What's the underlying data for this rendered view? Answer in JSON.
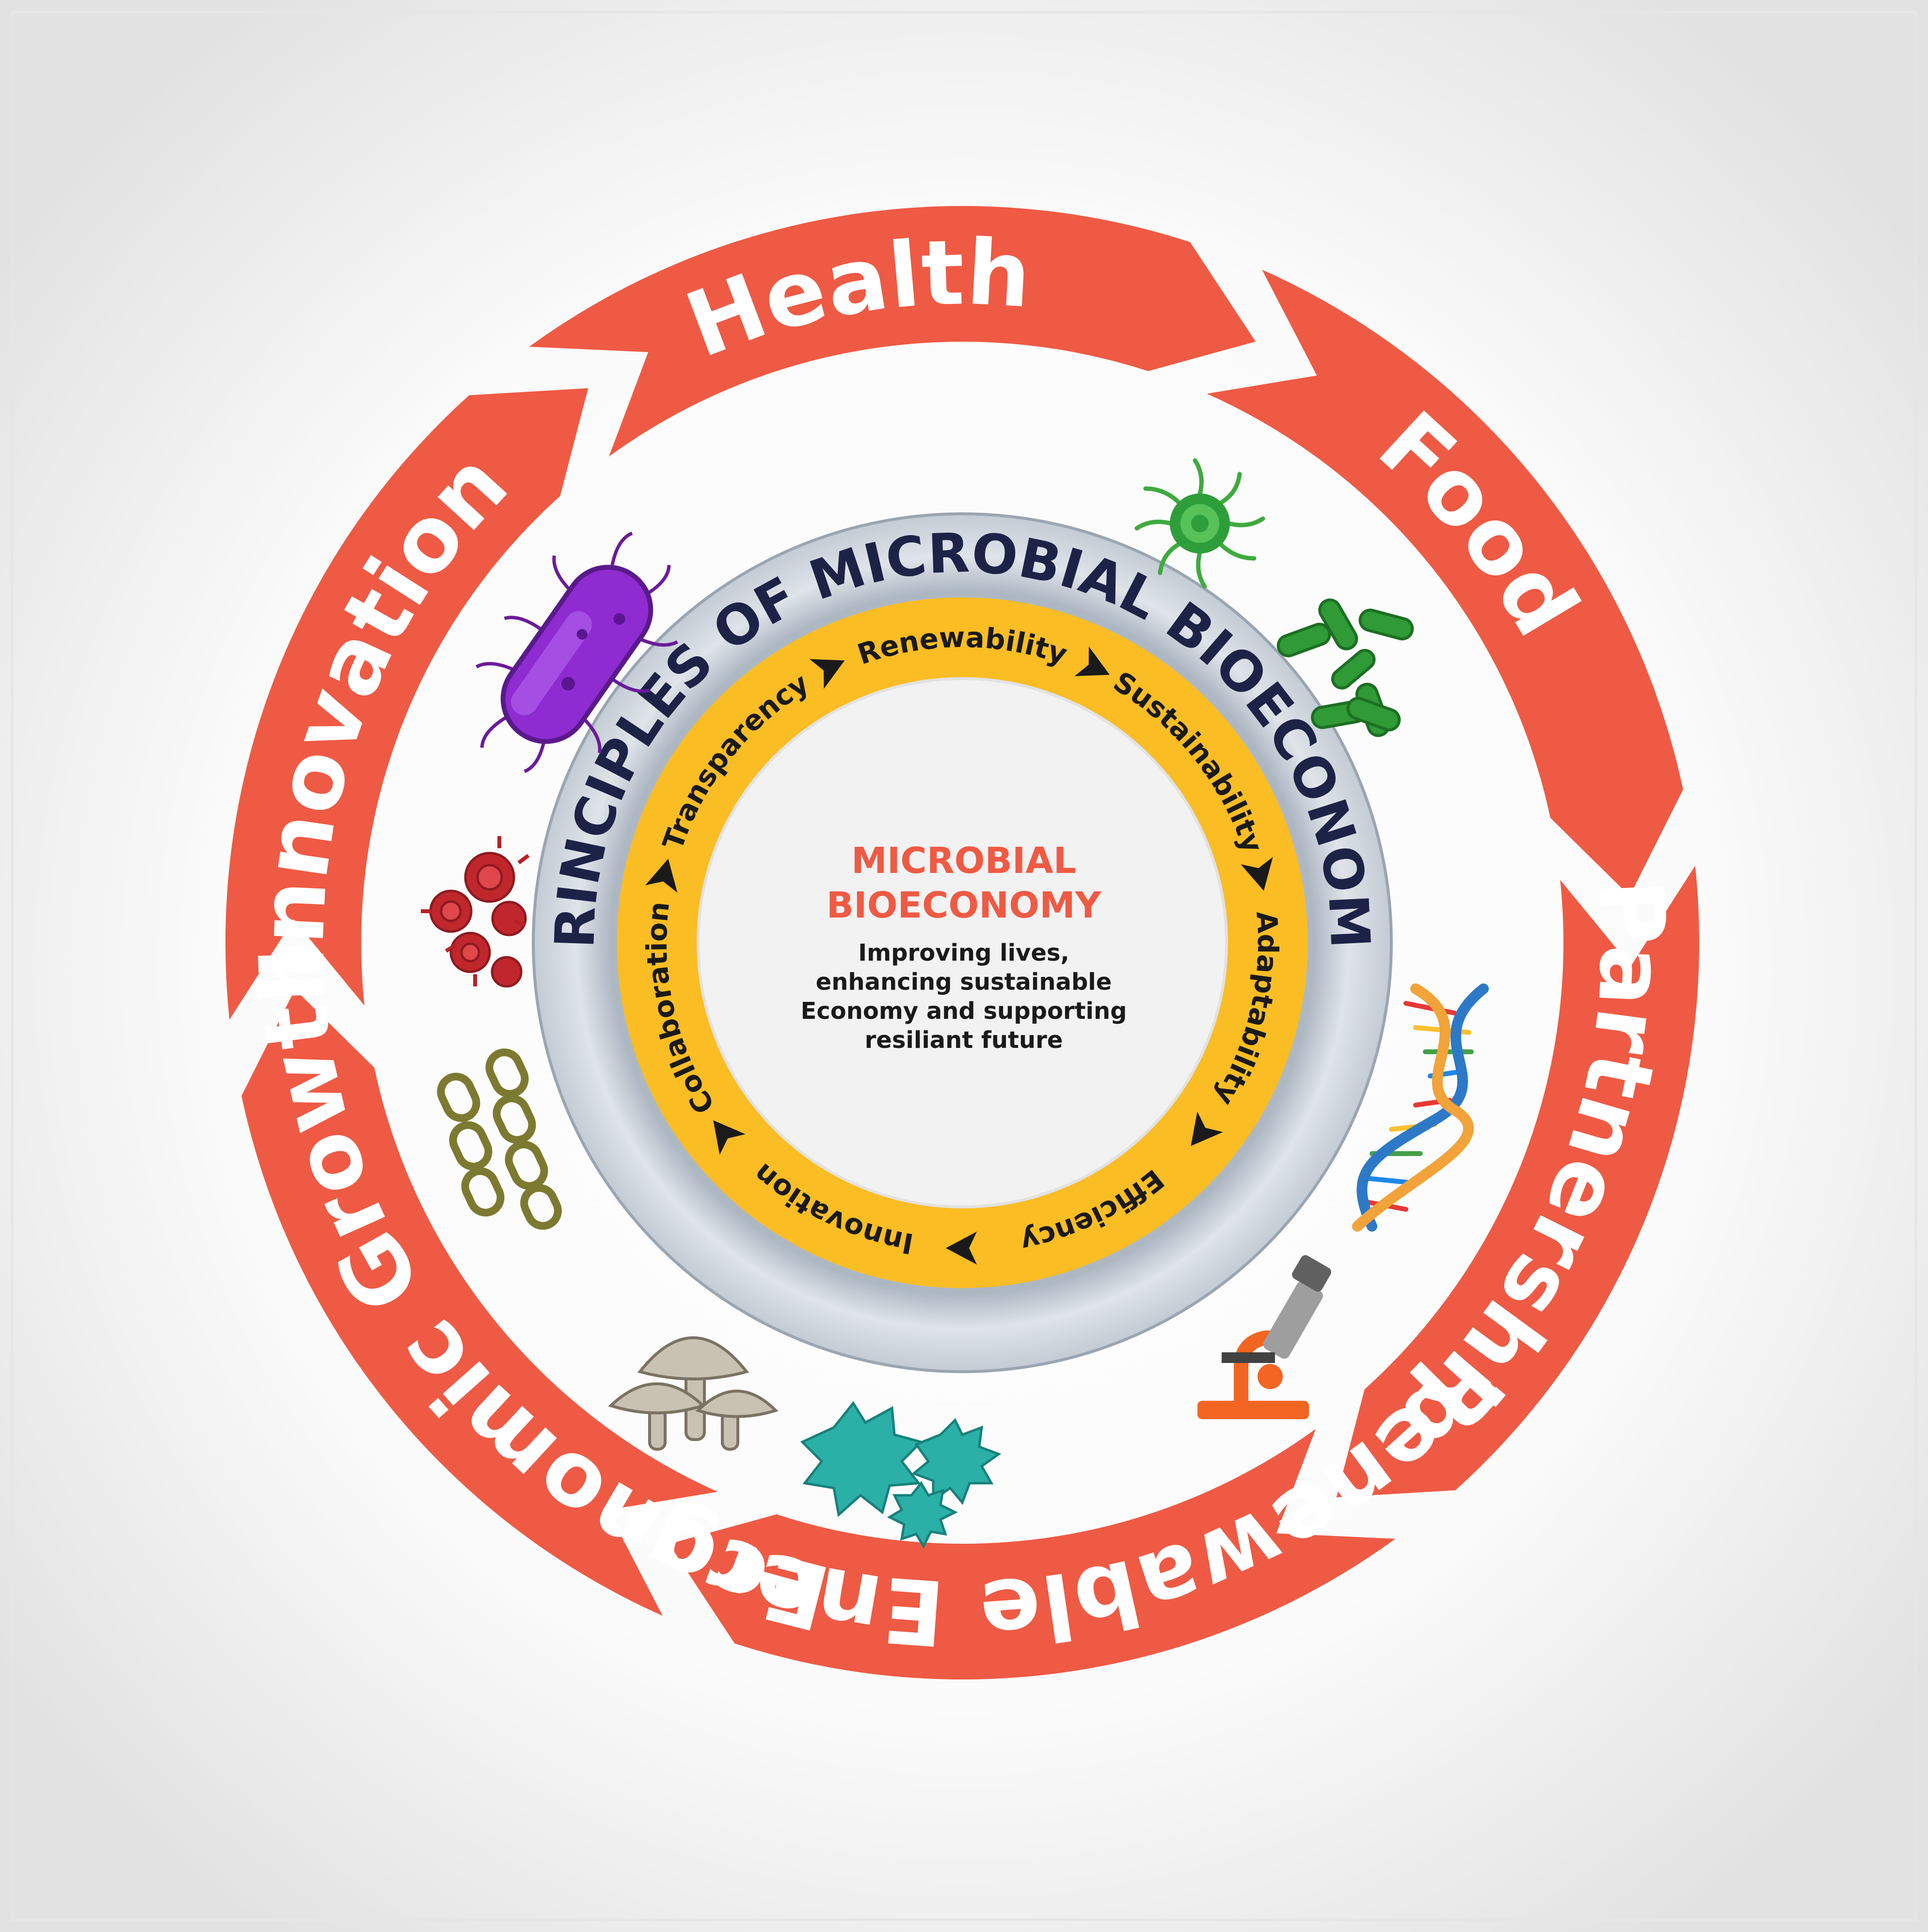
{
  "colors": {
    "background_edge": "#e4e4e4",
    "background_center": "#ffffff",
    "outer_ring": "#ef5a44",
    "inner_gray_ring": "#c9d0d8",
    "principles_ring": "#fbbd24",
    "center_fill": "#f2f2f2",
    "title_navy": "#1c2347",
    "center_title": "#ef5a44"
  },
  "outer_cycle": {
    "segments": [
      {
        "label": "Health"
      },
      {
        "label": "Food"
      },
      {
        "label": "Partnership"
      },
      {
        "label": "Renewable Energy"
      },
      {
        "label": "Economic Growth"
      },
      {
        "label": "Innovation"
      }
    ]
  },
  "ring_title": "PRINCIPLES OF MICROBIAL BIOECONOMY",
  "principles": [
    {
      "label": "Renewability"
    },
    {
      "label": "Sustainability"
    },
    {
      "label": "Adaptability"
    },
    {
      "label": "Efficiency"
    },
    {
      "label": "Innovation"
    },
    {
      "label": "Collaboration"
    },
    {
      "label": "Transparency"
    }
  ],
  "center": {
    "title": "MICROBIAL\nBIOECONOMY",
    "title_line1": "MICROBIAL",
    "title_line2": "BIOECONOMY",
    "subtitle": "Improving lives,\nenhancing sustainable\nEconomy and supporting\nresiliant future"
  },
  "icons": [
    {
      "name": "purple-bacillus-icon"
    },
    {
      "name": "green-virus-icon"
    },
    {
      "name": "green-bacteria-cluster-icon"
    },
    {
      "name": "red-virus-cluster-icon"
    },
    {
      "name": "dna-helix-icon"
    },
    {
      "name": "olive-chain-bacteria-icon"
    },
    {
      "name": "microscope-icon"
    },
    {
      "name": "mushroom-icon"
    },
    {
      "name": "teal-amoeba-icon"
    }
  ]
}
